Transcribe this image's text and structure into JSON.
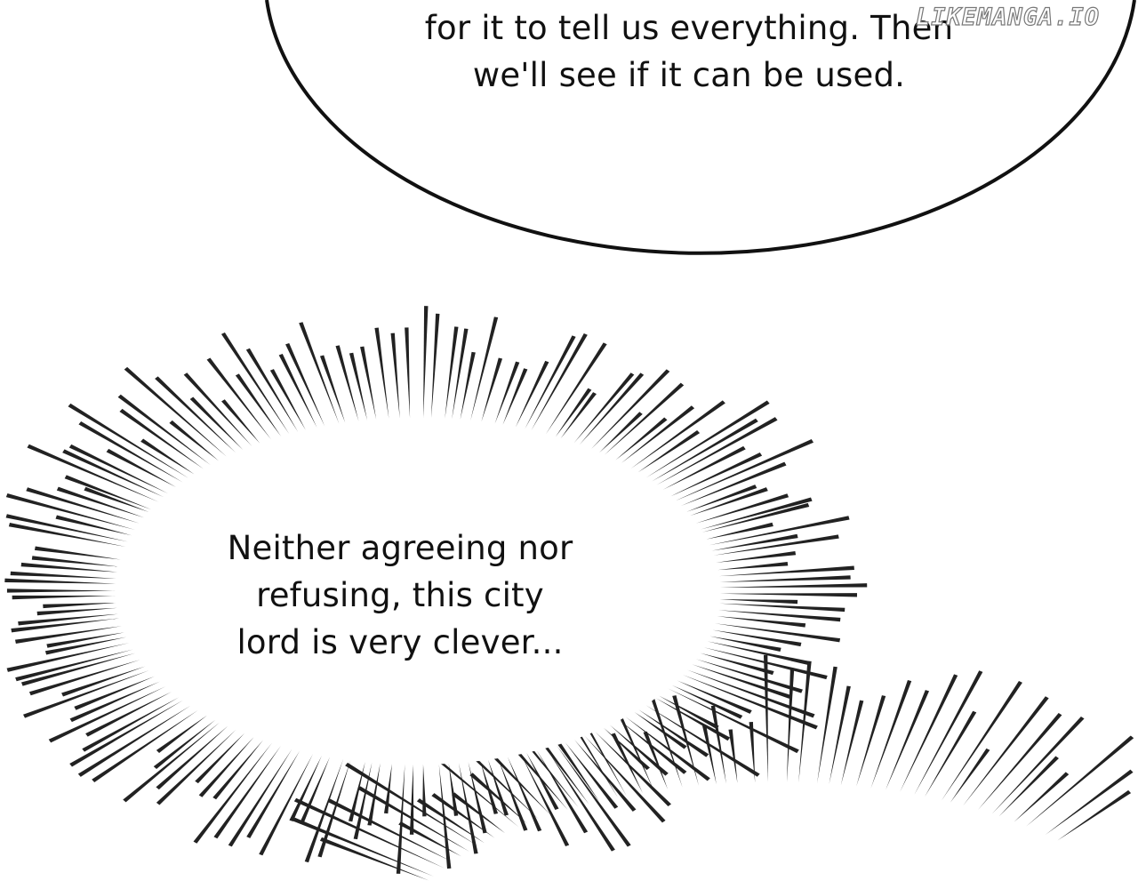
{
  "panel": {
    "top_bubble": {
      "lines": [
        "for it to tell us everything. Then",
        "we'll see if it can be used."
      ]
    },
    "thought_burst": {
      "lines": [
        "Neither agreeing nor",
        "refusing, this city",
        "lord is very clever..."
      ]
    },
    "watermark": "LIKEMANGA.IO"
  },
  "colors": {
    "ink": "#111111",
    "background": "#ffffff"
  }
}
